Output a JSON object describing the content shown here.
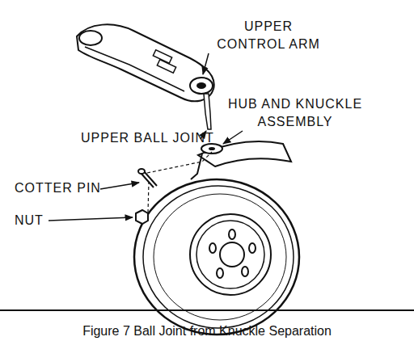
{
  "diagram": {
    "caption": "Figure 7 Ball Joint from Knuckle Separation",
    "labels": [
      "UPPER CONTROL ARM",
      "HUB AND KNUCKLE ASSEMBLY",
      "UPPER BALL JOINT",
      "COTTER PIN",
      "NUT"
    ]
  }
}
